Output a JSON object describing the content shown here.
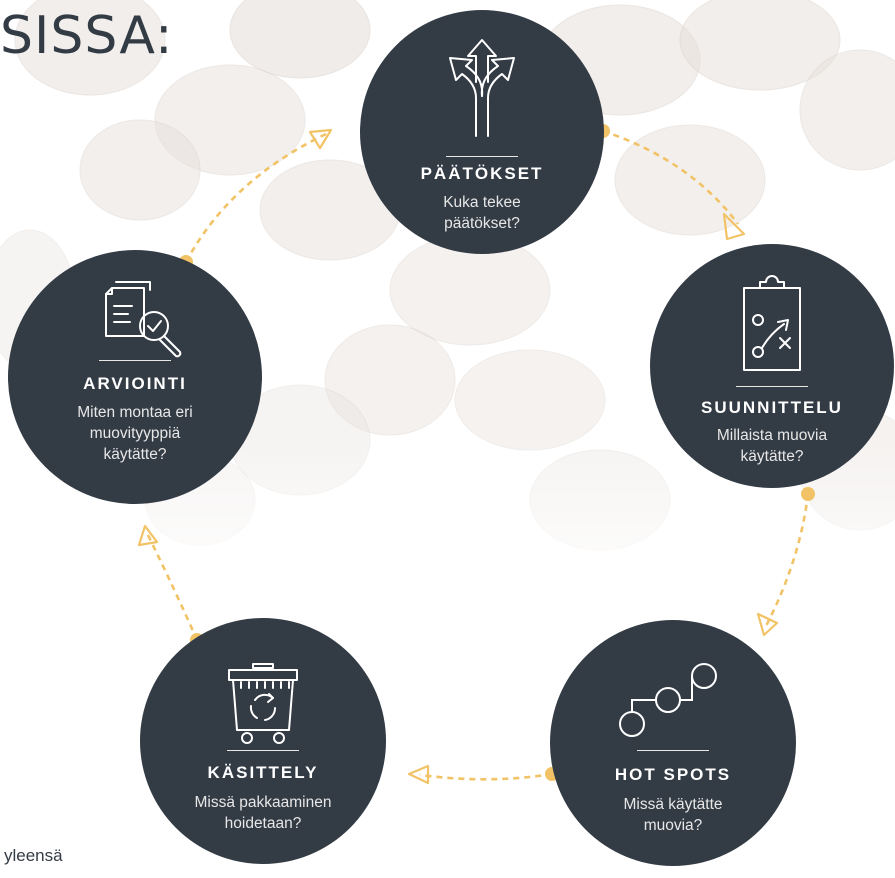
{
  "heading": "SISSA:",
  "footer_text": "yleensä",
  "colors": {
    "node_fill": "#333b45",
    "connector": "#f2c366",
    "rule": "#e9e7e3",
    "text": "#ffffff"
  },
  "steps": {
    "paatokset": {
      "title": "PÄÄTÖKSET",
      "question": [
        "Kuka tekee",
        "päätökset?"
      ],
      "icon": "branching-arrows-icon"
    },
    "suunnittelu": {
      "title": "SUUNNITTELU",
      "question": [
        "Millaista muovia",
        "käytätte?"
      ],
      "icon": "clipboard-plan-icon"
    },
    "hotspots": {
      "title": "HOT SPOTS",
      "question": [
        "Missä käytätte",
        "muovia?"
      ],
      "icon": "connected-nodes-icon"
    },
    "kasittely": {
      "title": "KÄSITTELY",
      "question": [
        "Missä pakkaaminen",
        "hoidetaan?"
      ],
      "icon": "recycling-bin-icon"
    },
    "arviointi": {
      "title": "ARVIOINTI",
      "question": [
        "Miten montaa eri",
        "muovityyppiä",
        "käytätte?"
      ],
      "icon": "document-magnifier-icon"
    }
  }
}
